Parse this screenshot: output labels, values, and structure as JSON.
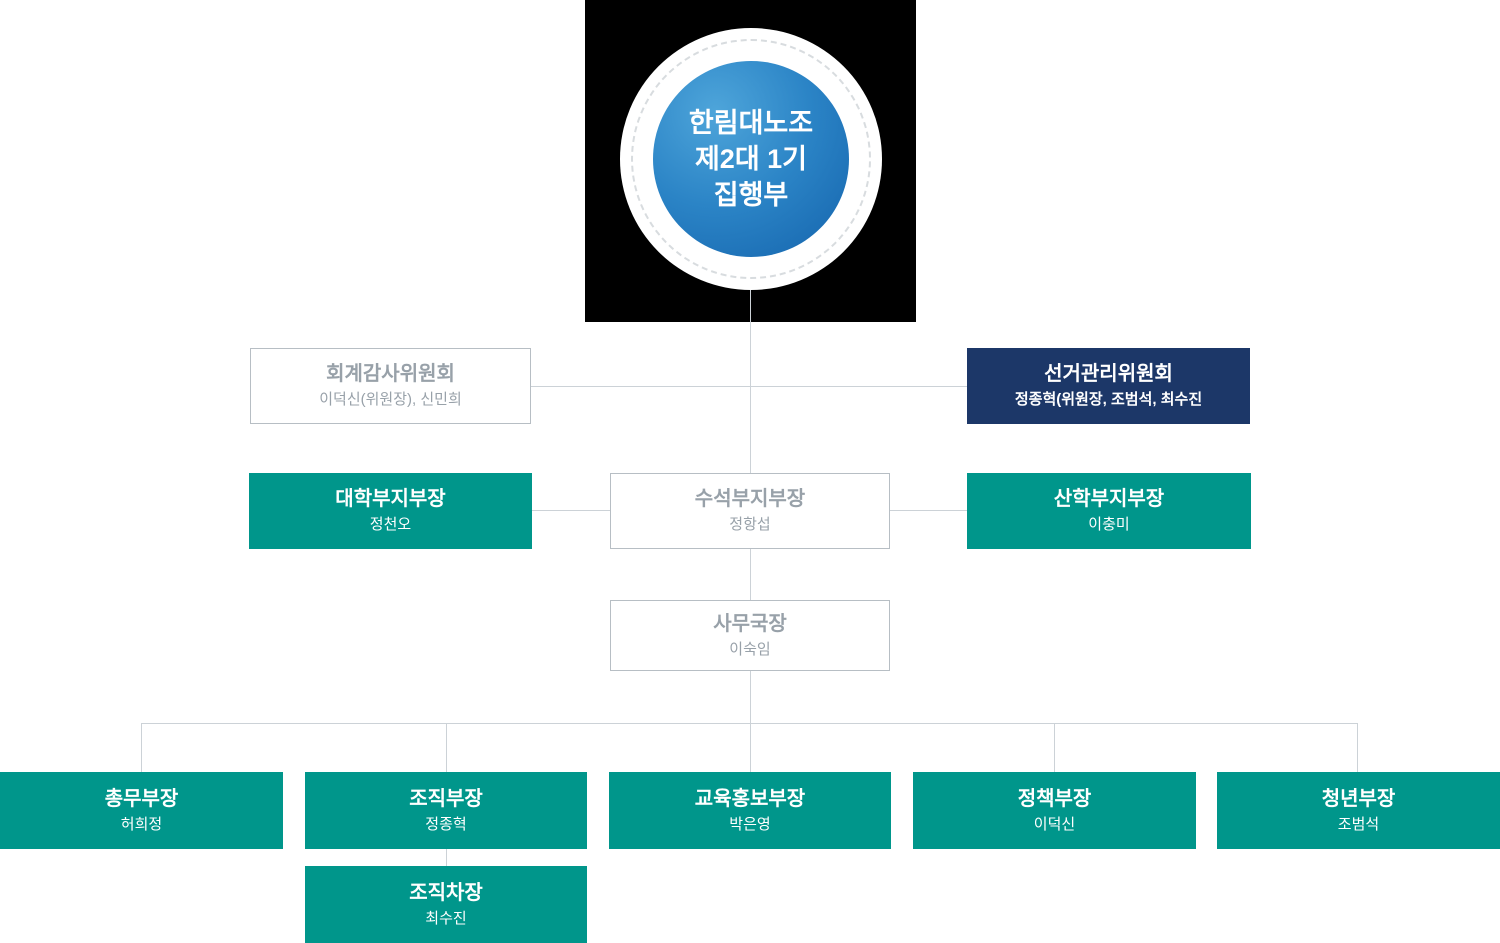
{
  "org": {
    "root": {
      "line1": "한림대노조",
      "line2": "제2대 1기",
      "line3": "집행부"
    },
    "committees": {
      "audit": {
        "title": "회계감사위원회",
        "members": "이덕신(위원장), 신민희"
      },
      "election": {
        "title": "선거관리위원회",
        "members": "정종혁(위원장, 조범석, 최수진"
      }
    },
    "vice_chiefs": {
      "university": {
        "title": "대학부지부장",
        "name": "정천오"
      },
      "senior": {
        "title": "수석부지부장",
        "name": "정항섭"
      },
      "industry": {
        "title": "산학부지부장",
        "name": "이충미"
      }
    },
    "secretary_general": {
      "title": "사무국장",
      "name": "이숙임"
    },
    "departments": [
      {
        "title": "총무부장",
        "name": "허희정"
      },
      {
        "title": "조직부장",
        "name": "정종혁"
      },
      {
        "title": "교육홍보부장",
        "name": "박은영"
      },
      {
        "title": "정책부장",
        "name": "이덕신"
      },
      {
        "title": "청년부장",
        "name": "조범석"
      }
    ],
    "deputy": {
      "title": "조직차장",
      "name": "최수진"
    },
    "colors": {
      "teal": "#00968b",
      "navy": "#1c3768",
      "circle_blue": "#2b84c6",
      "black_square": "#000000",
      "line_gray": "#ccd2d7",
      "outline_text": "#98a1a9"
    }
  }
}
